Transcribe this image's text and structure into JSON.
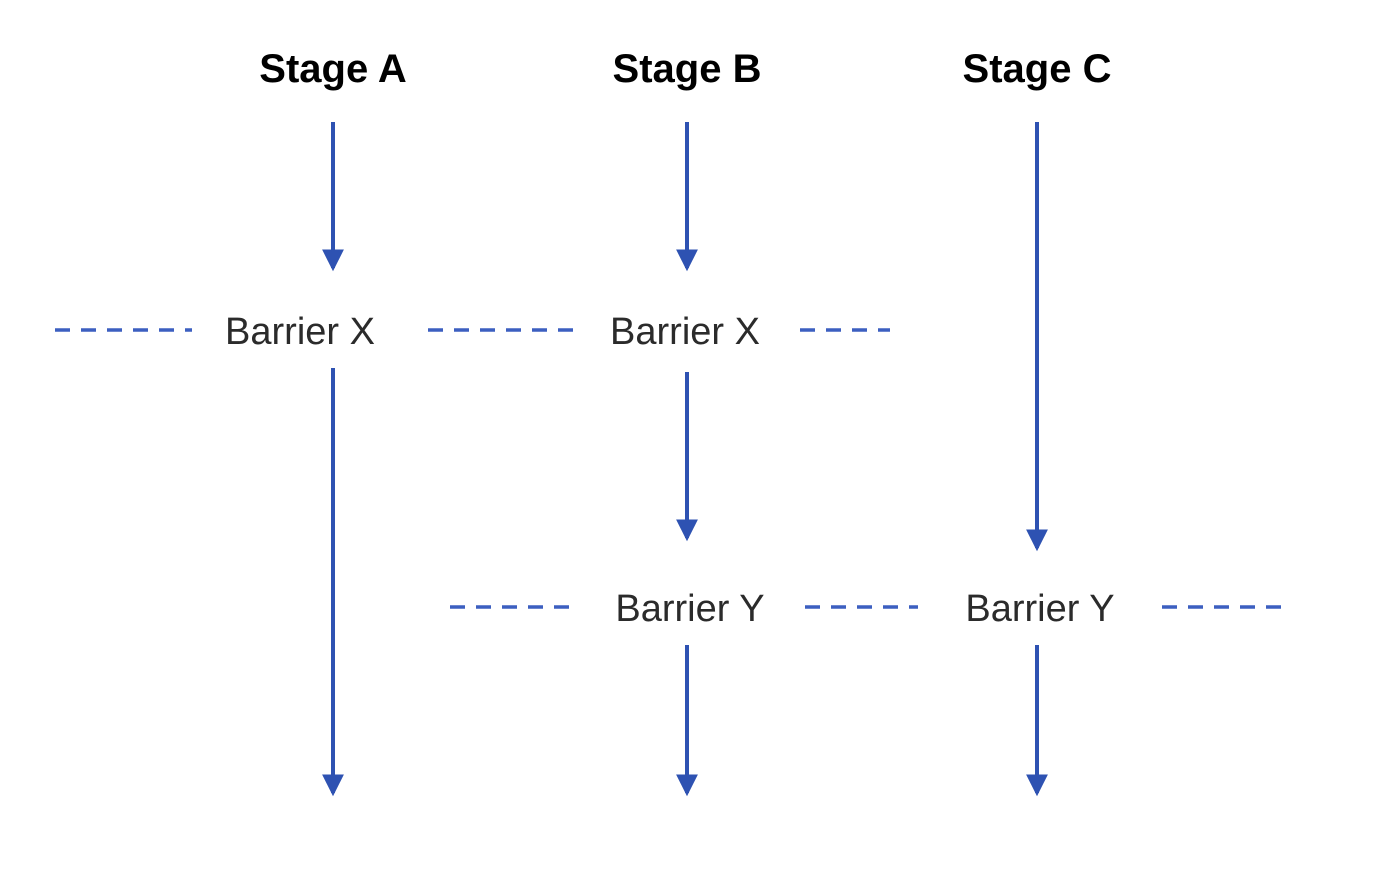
{
  "diagram": {
    "title": "pipeline-stages-with-barriers",
    "lanes": [
      {
        "id": "A",
        "title": "Stage A"
      },
      {
        "id": "B",
        "title": "Stage B"
      },
      {
        "id": "C",
        "title": "Stage C"
      }
    ],
    "barriers": [
      {
        "id": "X",
        "labels": [
          "Barrier X",
          "Barrier X"
        ]
      },
      {
        "id": "Y",
        "labels": [
          "Barrier Y",
          "Barrier Y"
        ]
      }
    ]
  },
  "colors": {
    "arrow": "#2e52b2",
    "dash": "#3c5fc0",
    "stage_text": "#000000",
    "barrier_text": "#2b2b2b",
    "background": "#ffffff"
  }
}
